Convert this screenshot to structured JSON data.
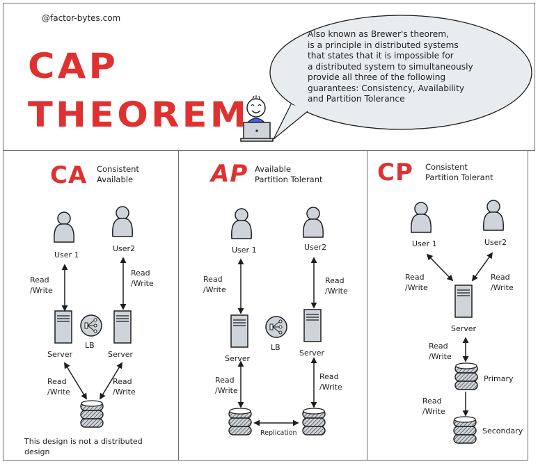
{
  "header": {
    "watermark": "@factor-bytes.com",
    "title_line1": "CAP",
    "title_line2": "THEOREM",
    "bubble_text": "Also known as Brewer's theorem,\nis a principle in distributed systems\nthat states that it is impossible for\na distributed system to simultaneously\nprovide all three of the following\nguarantees: Consistency, Availability\nand Partition Tolerance"
  },
  "colors": {
    "accent_red": "#e03131",
    "icon_fill": "#ced4da",
    "bubble_fill": "#e9ecef",
    "person_shirt": "#4263eb",
    "stroke": "#1e1e1e",
    "border": "#6b6b6b"
  },
  "panels": [
    {
      "id": "ca",
      "title": "CA",
      "subtitle": "Consistent\nAvailable",
      "users": [
        "User 1",
        "User2"
      ],
      "servers": [
        "Server",
        "Server"
      ],
      "load_balancer": "LB",
      "edges": [
        "Read\n/Write",
        "Read\n/Write",
        "Read\n/Write",
        "Read\n/Write"
      ],
      "note": "This design is not a distributed\ndesign"
    },
    {
      "id": "ap",
      "title": "AP",
      "subtitle": "Available\nPartition Tolerant",
      "users": [
        "User 1",
        "User2"
      ],
      "servers": [
        "Server",
        "Server"
      ],
      "load_balancer": "LB",
      "edges": [
        "Read\n/Write",
        "Read\n/Write",
        "Read\n/Write",
        "Read\n/Write"
      ],
      "replication_label": "Replication"
    },
    {
      "id": "cp",
      "title": "CP",
      "subtitle": "Consistent\nPartition Tolerant",
      "users": [
        "User 1",
        "User2"
      ],
      "servers": [
        "Server"
      ],
      "edges": [
        "Read\n/Write",
        "Read\n/Write",
        "Read\n/Write",
        "Read\n/Write"
      ],
      "databases": [
        "Primary",
        "Secondary"
      ]
    }
  ]
}
